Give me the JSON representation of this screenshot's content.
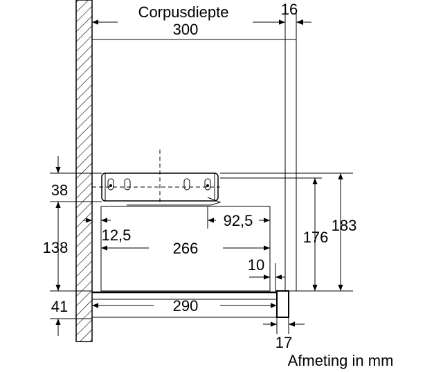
{
  "labels": {
    "corpus_title": "Corpusdiepte",
    "corpus_value": "300",
    "panel_thickness": "16",
    "height_38": "38",
    "height_138": "138",
    "height_41": "41",
    "offset_12_5": "12,5",
    "offset_92_5": "92,5",
    "width_266": "266",
    "width_290": "290",
    "gap_10": "10",
    "gap_17": "17",
    "height_176": "176",
    "height_183": "183",
    "unit_note": "Afmeting in mm"
  }
}
